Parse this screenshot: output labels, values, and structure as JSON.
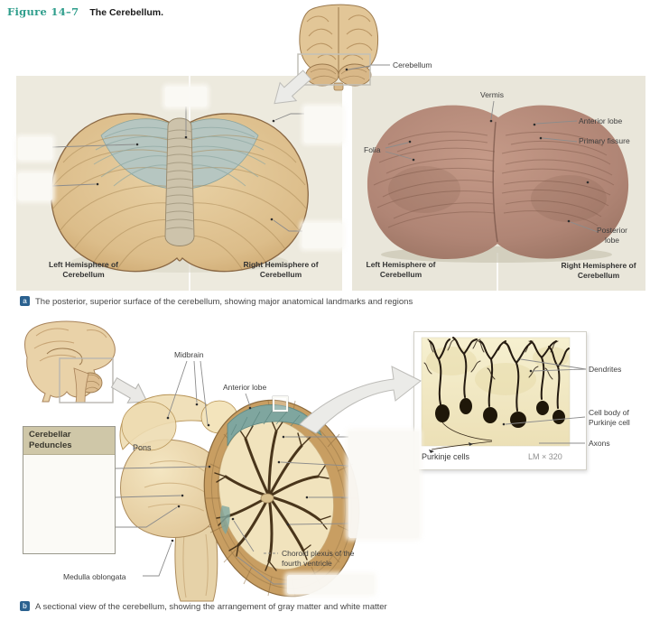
{
  "figure": {
    "number": "Figure 14–7",
    "title": "The Cerebellum."
  },
  "overview_inset": {
    "cerebellum_label": "Cerebellum"
  },
  "panel_a": {
    "badge": "a",
    "caption": "The posterior, superior surface of the cerebellum, showing major anatomical landmarks and regions",
    "illustration": {
      "left_hemisphere": "Left Hemisphere of Cerebellum",
      "right_hemisphere": "Right Hemisphere of Cerebellum"
    },
    "photo": {
      "vermis": "Vermis",
      "anterior_lobe": "Anterior lobe",
      "primary_fissure": "Primary fissure",
      "folia": "Folia",
      "posterior_lobe": "Posterior lobe",
      "left_hemisphere": "Left Hemisphere of Cerebellum",
      "right_hemisphere": "Right Hemisphere of Cerebellum"
    }
  },
  "panel_b": {
    "badge": "b",
    "caption": "A sectional view of the cerebellum, showing the arrangement of gray matter and white matter",
    "midbrain": "Midbrain",
    "anterior_lobe": "Anterior lobe",
    "pons": "Pons",
    "medulla": "Medulla oblongata",
    "choroid_plexus": "Choroid plexus of the fourth ventricle",
    "peduncles_title": "Cerebellar Peduncles",
    "purkinje": {
      "dendrites": "Dendrites",
      "cell_body": "Cell body of Purkinje cell",
      "axons": "Axons",
      "caption": "Purkinje cells",
      "magnification": "LM × 320"
    }
  },
  "colors": {
    "figure_teal": "#2f9e8c",
    "badge_blue": "#2b618f",
    "panel_bg": "#edeade",
    "photo_panel_bg": "#e9e6da",
    "peduncle_header": "#cfc7a8",
    "anterior_lobe_teal": "#b6c6c1",
    "leader_line": "#8c8c8c"
  }
}
